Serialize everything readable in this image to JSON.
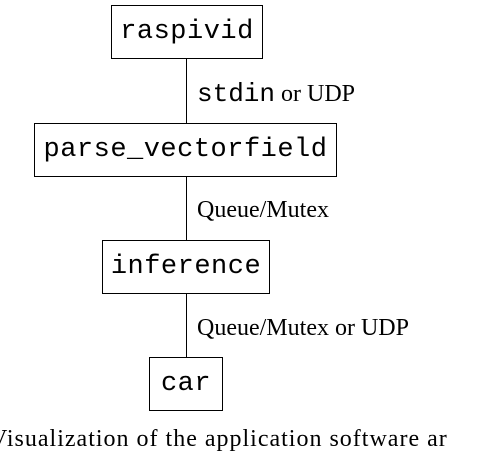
{
  "diagram": {
    "nodes": [
      {
        "id": "raspivid",
        "label": "raspivid"
      },
      {
        "id": "parse_vectorfield",
        "label": "parse_vectorfield"
      },
      {
        "id": "inference",
        "label": "inference"
      },
      {
        "id": "car",
        "label": "car"
      }
    ],
    "edges": [
      {
        "from": "raspivid",
        "to": "parse_vectorfield",
        "label_mono": "stdin",
        "label_text": " or UDP"
      },
      {
        "from": "parse_vectorfield",
        "to": "inference",
        "label_text": "Queue/Mutex"
      },
      {
        "from": "inference",
        "to": "car",
        "label_text": "Queue/Mutex or UDP"
      }
    ]
  },
  "caption": "Visualization of the application software ar"
}
